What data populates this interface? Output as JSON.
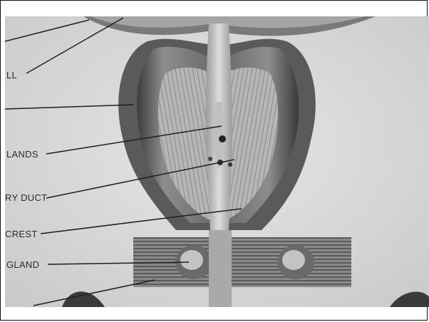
{
  "labels": [
    {
      "text": "LL"
    },
    {
      "text": "LANDS"
    },
    {
      "text": "RY DUCT"
    },
    {
      "text": "CREST"
    },
    {
      "text": "GLAND"
    }
  ]
}
